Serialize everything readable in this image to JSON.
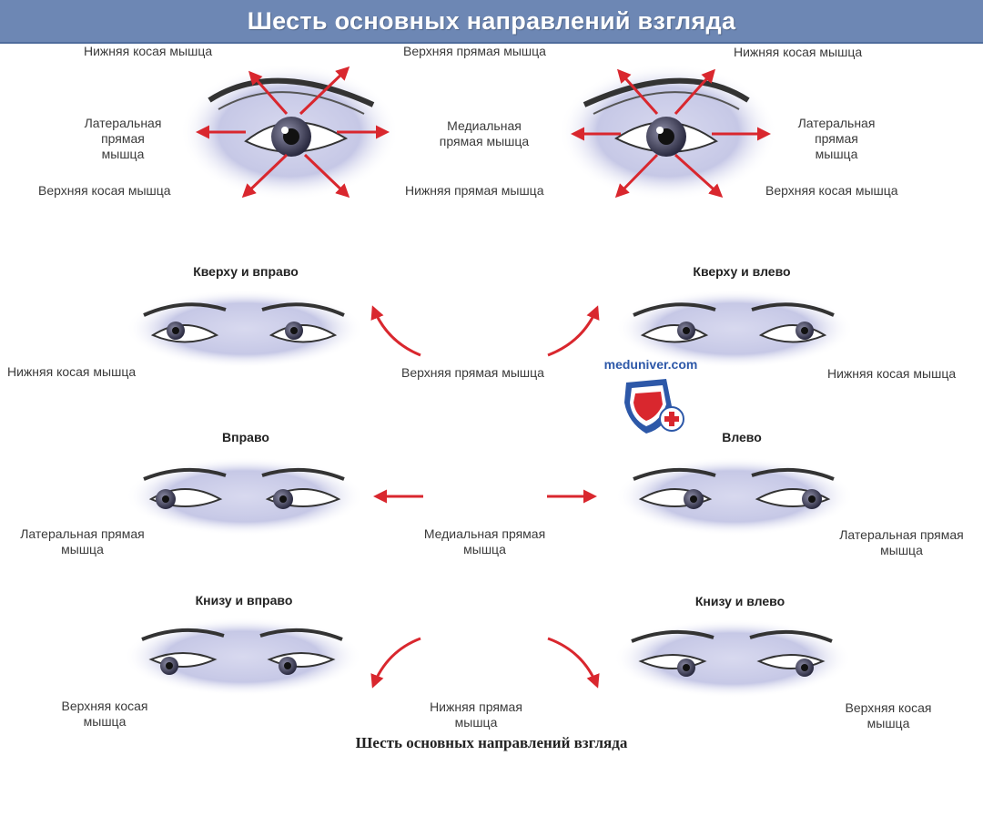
{
  "title": "Шесть основных направлений взгляда",
  "caption": "Шесть основных направлений взгляда",
  "watermark": "meduniver.com",
  "colors": {
    "banner": "#6d87b4",
    "arrow": "#d9272e",
    "face": "#c8c9e6",
    "logo_blue": "#2d58a8",
    "logo_red": "#d9272e"
  },
  "top_left": {
    "upper_left": "Нижняя косая мышца",
    "lateral": [
      "Латеральная",
      "прямая",
      "мышца"
    ],
    "lower_left": "Верхняя косая мышца"
  },
  "top_center": {
    "upper": "Верхняя прямая мышца",
    "medial": [
      "Медиальная",
      "прямая мышца"
    ],
    "lower": "Нижняя прямая мышца"
  },
  "top_right": {
    "upper_right": "Нижняя косая мышца",
    "lateral": [
      "Латеральная",
      "прямая",
      "мышца"
    ],
    "lower_right": "Верхняя косая мышца"
  },
  "rows": [
    {
      "left_header": "Кверху и вправо",
      "right_header": "Кверху и влево",
      "left_label": "Нижняя косая мышца",
      "center_label": "Верхняя прямая мышца",
      "right_label": "Нижняя косая мышца"
    },
    {
      "left_header": "Вправо",
      "right_header": "Влево",
      "left_label": [
        "Латеральная прямая",
        "мышца"
      ],
      "center_label": [
        "Медиальная прямая",
        "мышца"
      ],
      "right_label": [
        "Латеральная прямая",
        "мышца"
      ]
    },
    {
      "left_header": "Книзу и вправо",
      "right_header": "Книзу и влево",
      "left_label": [
        "Верхняя косая",
        "мышца"
      ],
      "center_label": [
        "Нижняя прямая",
        "мышца"
      ],
      "right_label": [
        "Верхняя косая",
        "мышца"
      ]
    }
  ]
}
